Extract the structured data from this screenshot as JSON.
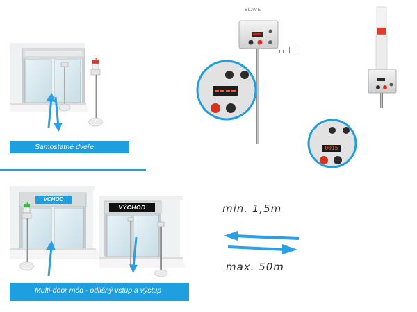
{
  "single_door": {
    "caption": "Samostatné dveře"
  },
  "multi_door": {
    "caption": "Multi-door  mód - odlišný vstup a výstup",
    "entry_sign": "VCHOD",
    "exit_sign": "VÝCHOD"
  },
  "slave_unit": {
    "label": "SLAVE"
  },
  "display": {
    "value": "0015"
  },
  "distance": {
    "min_label": "min. 1,5m",
    "max_label": "max. 50m"
  },
  "colors": {
    "accent_blue": "#1f9ee0",
    "arrow_blue": "#2aa0e6",
    "beacon_red": "#e23b2e",
    "led_orange": "#ff5a1f",
    "button_red": "#d9331f"
  }
}
